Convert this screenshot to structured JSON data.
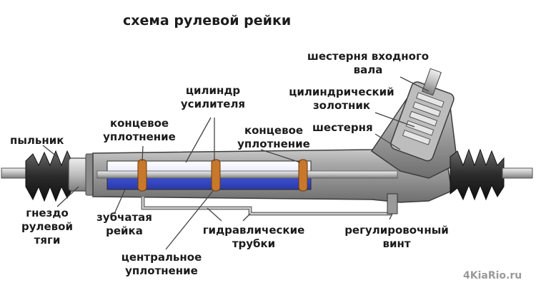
{
  "title": "схема рулевой рейки",
  "labels": {
    "input_gear_l1": "шестерня входного",
    "input_gear_l2": "вала",
    "spool_l1": "цилиндрический",
    "spool_l2": "золотник",
    "pinion": "шестерня",
    "cylinder_l1": "цилиндр",
    "cylinder_l2": "усилителя",
    "end_seal_left_l1": "концевое",
    "end_seal_left_l2": "уплотнение",
    "end_seal_right_l1": "концевое",
    "end_seal_right_l2": "уплотнение",
    "boot": "пыльник",
    "tie_rod_socket_l1": "гнездо",
    "tie_rod_socket_l2": "рулевой",
    "tie_rod_socket_l3": "тяги",
    "toothed_rack_l1": "зубчатая",
    "toothed_rack_l2": "рейка",
    "hydraulic_tubes_l1": "гидравлические",
    "hydraulic_tubes_l2": "трубки",
    "adjusting_screw_l1": "регулировочный",
    "adjusting_screw_l2": "винт",
    "central_seal_l1": "центральное",
    "central_seal_l2": "уплотнение"
  },
  "watermark": "4KiaRio.ru",
  "colors": {
    "housing": "#9c9c9c",
    "cylinder_fluid": "#3b4fd0",
    "seal": "#c8782a",
    "boot": "#2a2a2a",
    "leader_line": "#444444",
    "text": "#1b1b1b"
  }
}
